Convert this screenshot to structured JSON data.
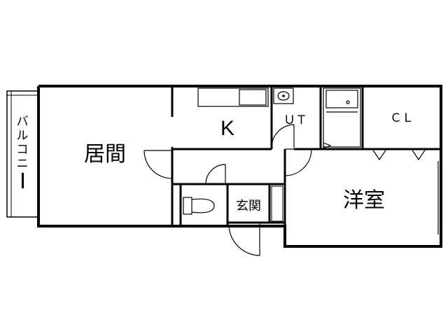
{
  "floor_plan": {
    "rooms": {
      "living": "居間",
      "kitchen": "K",
      "utility": "ＵＴ",
      "closet": "ＣＬ",
      "western_room": "洋室",
      "entrance": "玄関"
    },
    "balcony_chars": [
      "バ",
      "ル",
      "コ",
      "ニ",
      "ー"
    ]
  }
}
